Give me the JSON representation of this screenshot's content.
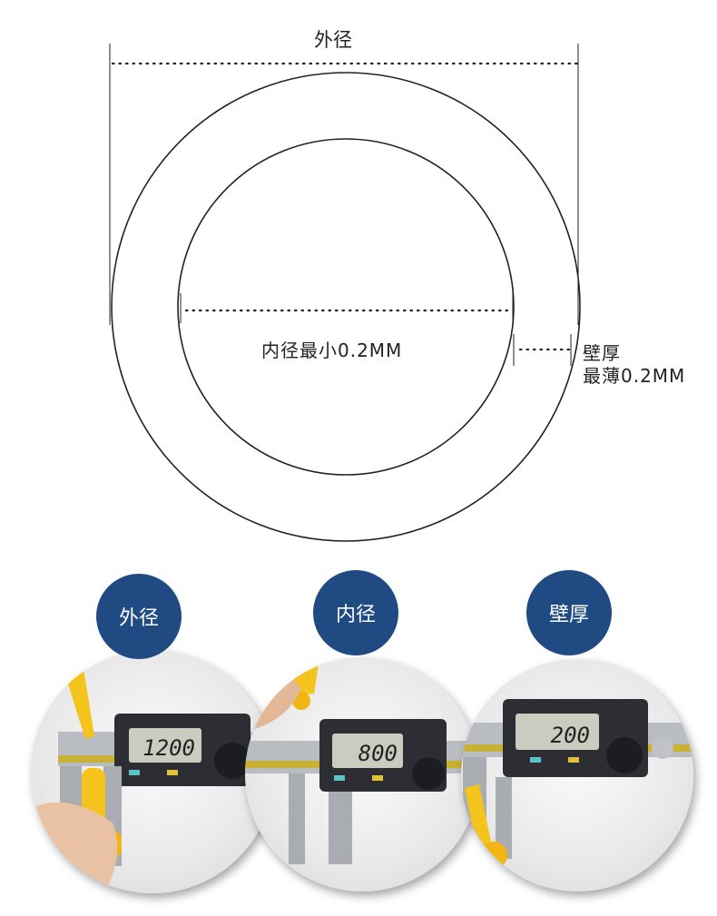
{
  "diagram": {
    "outer_label": "外径",
    "inner_label": "内径最小0.2MM",
    "wall_label_line1": "壁厚",
    "wall_label_line2": "最薄0.2MM"
  },
  "measurements": [
    {
      "badge": "外径",
      "caliper_reading": "1200"
    },
    {
      "badge": "内径",
      "caliper_reading": "800"
    },
    {
      "badge": "壁厚",
      "caliper_reading": "200"
    }
  ],
  "colors": {
    "badge_blue": "#1f4a82",
    "tube_yellow": "#f5c41c",
    "caliper_dark": "#2c2e33",
    "caliper_steel": "#b9bcc0",
    "lcd_screen": "#c9cdbf"
  },
  "icons": [
    "caliper-icon",
    "yellow-tube-icon",
    "hand-icon"
  ]
}
